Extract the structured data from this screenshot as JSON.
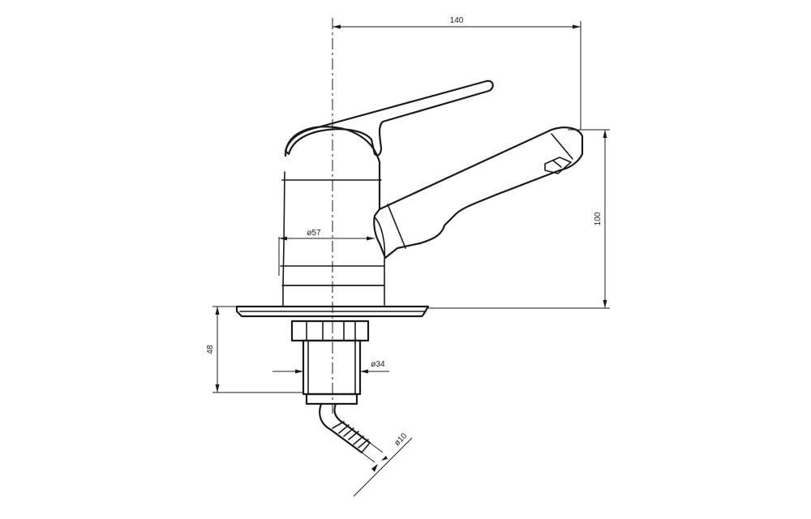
{
  "dimensions": {
    "width_total": "140",
    "height_spout": "100",
    "body_diameter": "ø57",
    "depth_below_deck": "48",
    "shank_diameter": "ø34",
    "hose_diameter": "ø10"
  },
  "colors": {
    "line": "#1a1a1a",
    "background": "#ffffff"
  }
}
